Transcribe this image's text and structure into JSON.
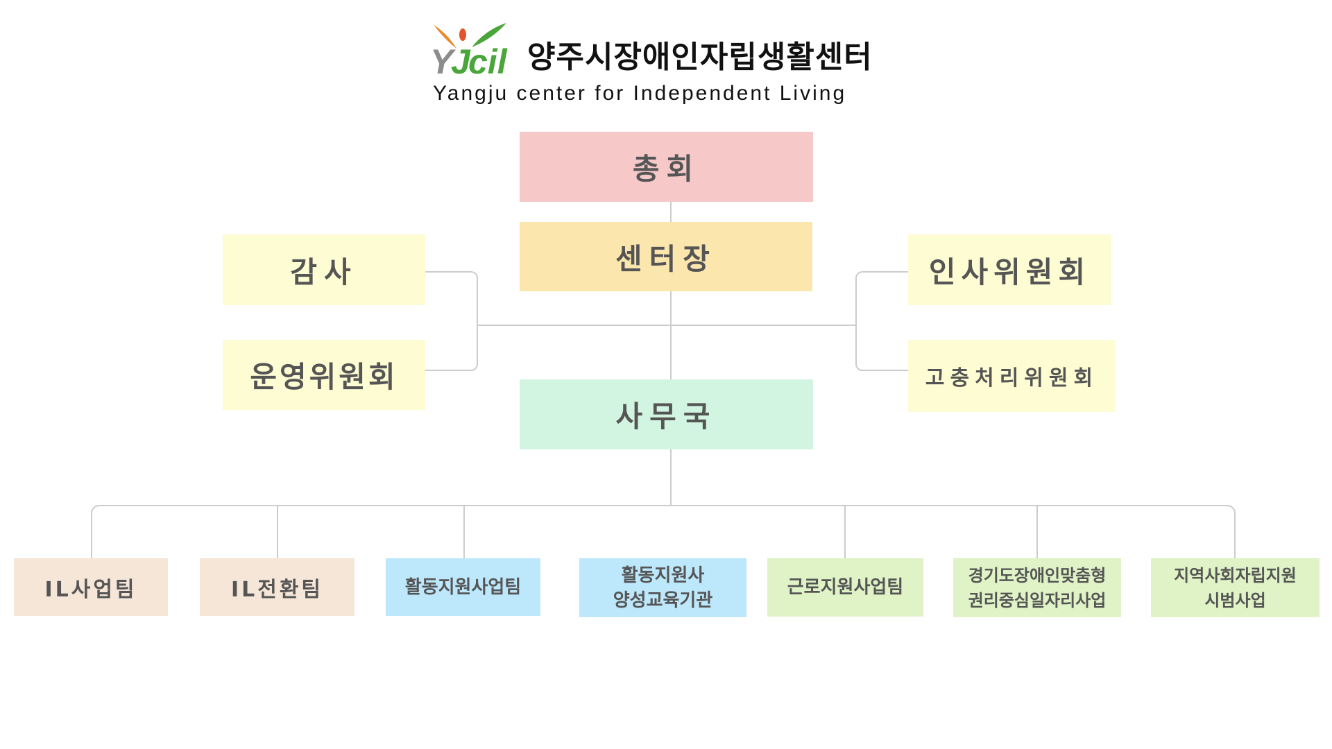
{
  "logo": {
    "mark": "YJcil",
    "korean_name": "양주시장애인자립생활센터",
    "english_name": "Yangju center for Independent Living"
  },
  "top": {
    "general_assembly": "총회",
    "director": "센터장",
    "secretariat": "사무국"
  },
  "left": {
    "audit": "감사",
    "steering_committee": "운영위원회"
  },
  "right": {
    "personnel_committee": "인사위원회",
    "grievance_committee": "고충처리위원회"
  },
  "teams": [
    {
      "line1": "IL사업팀",
      "line2": ""
    },
    {
      "line1": "IL전환팀",
      "line2": ""
    },
    {
      "line1": "활동지원사업팀",
      "line2": ""
    },
    {
      "line1": "활동지원사",
      "line2": "양성교육기관"
    },
    {
      "line1": "근로지원사업팀",
      "line2": ""
    },
    {
      "line1": "경기도장애인맞춤형",
      "line2": "권리중심일자리사업"
    },
    {
      "line1": "지역사회자립지원",
      "line2": "시범사업"
    }
  ],
  "colors": {
    "pink": "#f6c8c8",
    "orange": "#fbe6ad",
    "yellow": "#fefcd2",
    "mint": "#d2f5e1",
    "beige": "#f5e6d8",
    "blue": "#bde8fb",
    "green": "#dff3c6"
  }
}
